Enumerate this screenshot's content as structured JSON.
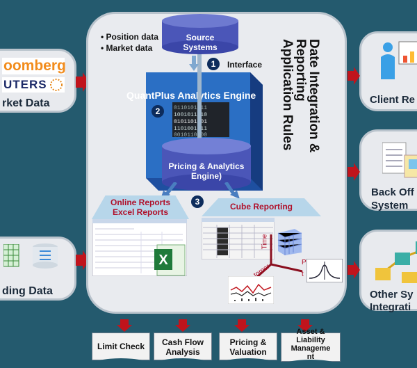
{
  "left_panels": {
    "market": {
      "logo1": "oomberg",
      "logo2": "UTERS",
      "label": "rket Data"
    },
    "trading": {
      "label": "ding Data"
    }
  },
  "right_panels": {
    "client": {
      "label": "Client Re"
    },
    "back_office": {
      "line1": "Back Off",
      "line2": "System"
    },
    "other": {
      "line1": "Other Sy",
      "line2": "Integrati"
    }
  },
  "main": {
    "bullets": [
      "Position data",
      "Market data"
    ],
    "source": {
      "line1": "Source",
      "line2": "Systems"
    },
    "interface_label": "Interface",
    "engine_title": "QuantPlus Analytics Engine",
    "pricing": {
      "line1": "Pricing & Analytics",
      "line2": "Engine)"
    },
    "vertical_text": [
      "Date Integration &",
      "Reporting",
      "Application Rules"
    ],
    "steps": [
      "1",
      "2",
      "3"
    ],
    "online_reports": {
      "line1": "Online Reports",
      "line2": "Excel Reports"
    },
    "cube_reporting": "Cube Reporting",
    "axis_labels": {
      "time": "Time",
      "customer": "tomer",
      "p": "P",
      "t": "t"
    }
  },
  "bottom": {
    "items": [
      {
        "line1": "Limit Check",
        "line2": ""
      },
      {
        "line1": "Cash Flow",
        "line2": "Analysis"
      },
      {
        "line1": "Pricing &",
        "line2": "Valuation"
      },
      {
        "line1": "Asset &",
        "line2": "Liability",
        "line3": "Manageme",
        "line4": "nt"
      }
    ]
  },
  "colors": {
    "background": "#245a6e",
    "arrow": "#c0141c",
    "db": "#4b56b8",
    "engine": "#2b6fc4",
    "title_red": "#b0102a"
  }
}
